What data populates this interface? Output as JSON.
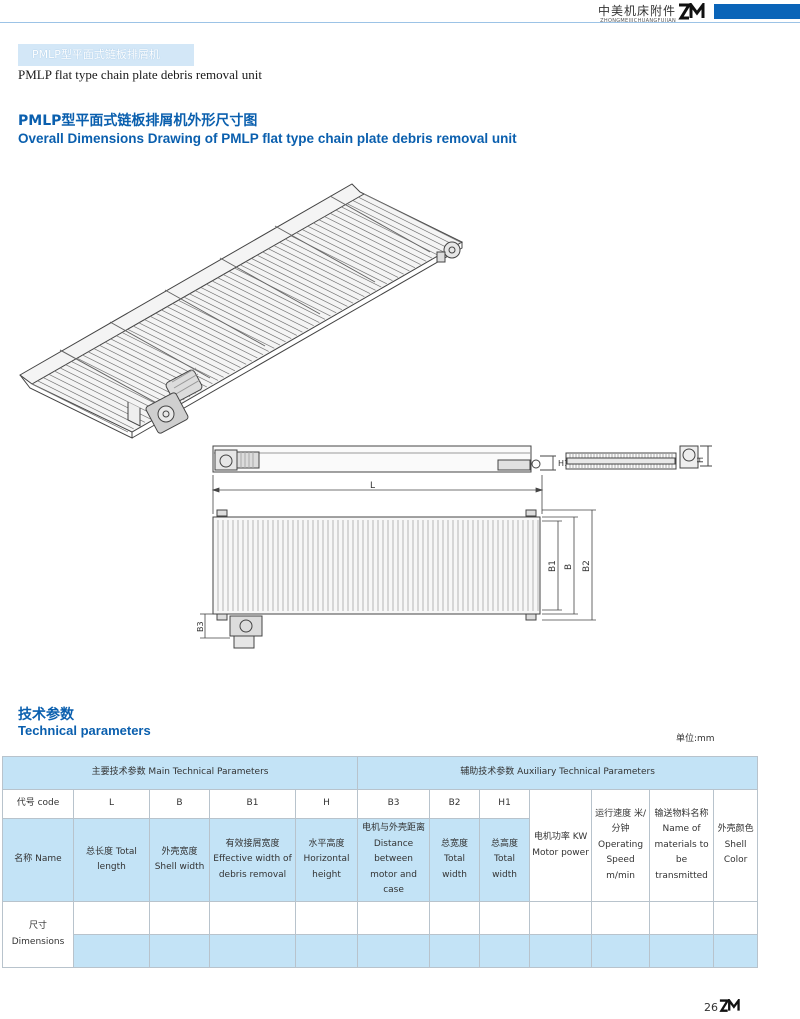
{
  "header": {
    "brand_cn": "中美机床附件",
    "brand_en": "ZHONGMEIJICHUANGFUJIAN",
    "logo": "ZM",
    "accent_color": "#0a64b8"
  },
  "section_tag": "PMLP型平面式链板排屑机",
  "section_subtitle": "PMLP flat type chain plate debris removal unit",
  "drawing_title_cn": "PMLP型平面式链板排屑机外形尺寸图",
  "drawing_title_en": "Overall Dimensions Drawing of PMLP flat type chain plate debris removal unit",
  "drawing_labels": {
    "L": "L",
    "B1": "B1",
    "B": "B",
    "B2": "B2",
    "B3": "B3",
    "H1": "H1",
    "H": "H"
  },
  "params_title_cn": "技术参数",
  "params_title_en": "Technical parameters",
  "unit_label": "单位:mm",
  "table": {
    "main_group": "主要技术参数  Main Technical Parameters",
    "aux_group": "辅助技术参数  Auxiliary Technical Parameters",
    "code_header": "代号 code",
    "codes": [
      "L",
      "B",
      "B1",
      "H",
      "B3",
      "B2",
      "H1"
    ],
    "name_header": "名称  Name",
    "names": [
      "总长度 Total length",
      "外壳宽度 Shell width",
      "有效接屑宽度 Effective width of debris removal",
      "水平高度 Horizontal height",
      "电机与外壳距离 Distance between motor and case",
      "总宽度 Total width",
      "总高度 Total width"
    ],
    "aux_names": [
      "电机功率 KW Motor power",
      "运行速度 米/分钟 Operating Speed m/min",
      "输送物料名称 Name of materials to be transmitted",
      "外壳颜色 Shell Color"
    ],
    "dimensions_label": "尺寸 Dimensions"
  },
  "page_number": "26",
  "footer_logo": "ZM"
}
